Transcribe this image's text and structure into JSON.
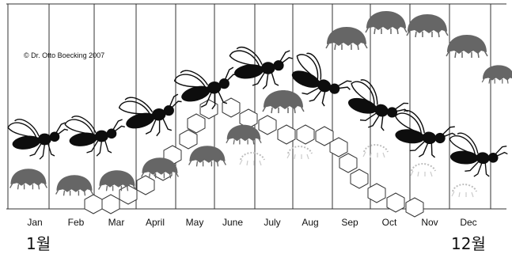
{
  "copyright": "© Dr. Otto Boecking 2007",
  "months": [
    "Jan",
    "Feb",
    "Mar",
    "April",
    "May",
    "June",
    "July",
    "Aug",
    "Sep",
    "Oct",
    "Nov",
    "Dec"
  ],
  "start_label": "1월",
  "end_label": "12월",
  "colors": {
    "line": "#333333",
    "bee": "#0d0d0d",
    "mite_dark": "#666666",
    "mite_light": "#cccccc",
    "comb": "#ffffff"
  },
  "icons": {
    "bee": "honeybee-icon",
    "mite": "varroa-mite-icon",
    "comb": "honeycomb-cell-icon"
  }
}
